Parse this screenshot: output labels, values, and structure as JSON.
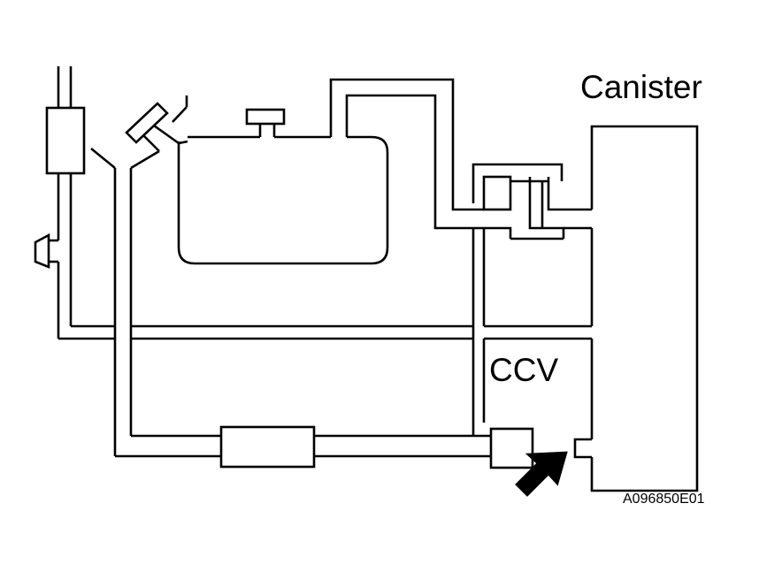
{
  "labels": {
    "canister": "Canister",
    "ccv": "CCV",
    "figure_code": "A096850E01"
  },
  "colors": {
    "line": "#000000",
    "background": "#ffffff"
  },
  "icons": {
    "arrow": "pointer-arrow-icon"
  }
}
